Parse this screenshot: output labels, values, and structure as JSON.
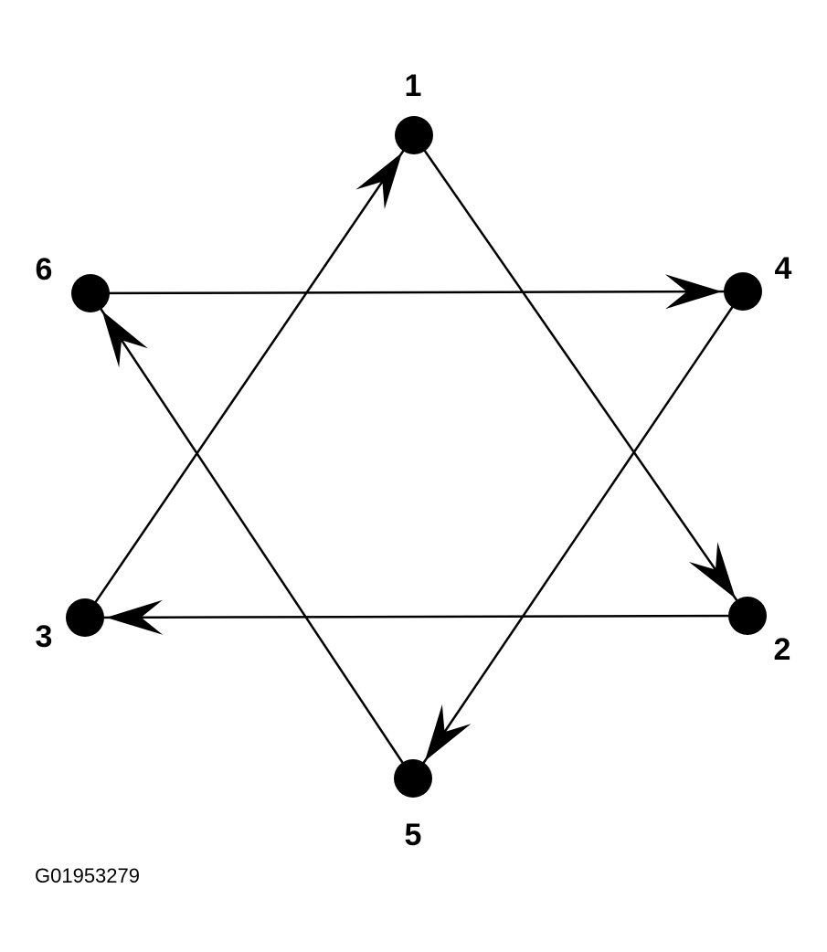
{
  "colors": {
    "ink": "#000000",
    "background": "#ffffff"
  },
  "nodes": [
    {
      "id": "1",
      "label": "1"
    },
    {
      "id": "2",
      "label": "2"
    },
    {
      "id": "3",
      "label": "3"
    },
    {
      "id": "4",
      "label": "4"
    },
    {
      "id": "5",
      "label": "5"
    },
    {
      "id": "6",
      "label": "6"
    }
  ],
  "edges": [
    {
      "from": "1",
      "to": "2"
    },
    {
      "from": "2",
      "to": "3"
    },
    {
      "from": "3",
      "to": "1"
    },
    {
      "from": "4",
      "to": "5"
    },
    {
      "from": "5",
      "to": "6"
    },
    {
      "from": "6",
      "to": "4"
    }
  ],
  "figure_id": "G01953279"
}
